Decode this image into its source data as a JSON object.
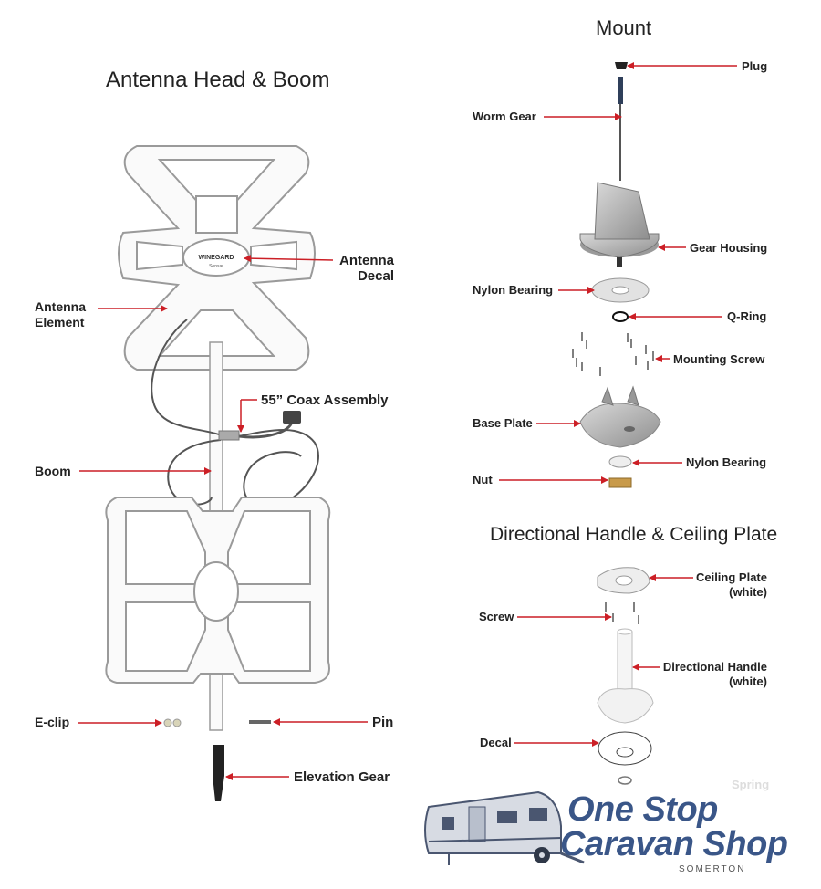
{
  "sections": {
    "head_title": "Antenna Head & Boom",
    "mount_title": "Mount",
    "handle_title": "Directional Handle & Ceiling Plate"
  },
  "labels": {
    "antenna_decal": "Antenna\nDecal",
    "antenna_element": "Antenna\nElement",
    "coax": "55” Coax Assembly",
    "boom": "Boom",
    "eclip": "E-clip",
    "pin": "Pin",
    "elevation_gear": "Elevation Gear",
    "plug": "Plug",
    "worm_gear": "Worm Gear",
    "gear_housing": "Gear Housing",
    "nylon_bearing_top": "Nylon Bearing",
    "q_ring": "Q-Ring",
    "mounting_screw": "Mounting Screw",
    "base_plate": "Base Plate",
    "nylon_bearing_bottom": "Nylon Bearing",
    "nut": "Nut",
    "ceiling_plate": "Ceiling Plate\n(white)",
    "screw": "Screw",
    "directional_handle": "Directional Handle\n(white)",
    "decal": "Decal",
    "spring": "Spring"
  },
  "decal_text": {
    "brand": "WINEGARD",
    "model": "Sensar"
  },
  "logo": {
    "line1": "One Stop",
    "line2": "Caravan Shop",
    "location": "SOMERTON",
    "color": "#3a5688"
  },
  "colors": {
    "arrow": "#cc1f26",
    "outline": "#9a9a9a",
    "metal": "#b4b4b4"
  }
}
